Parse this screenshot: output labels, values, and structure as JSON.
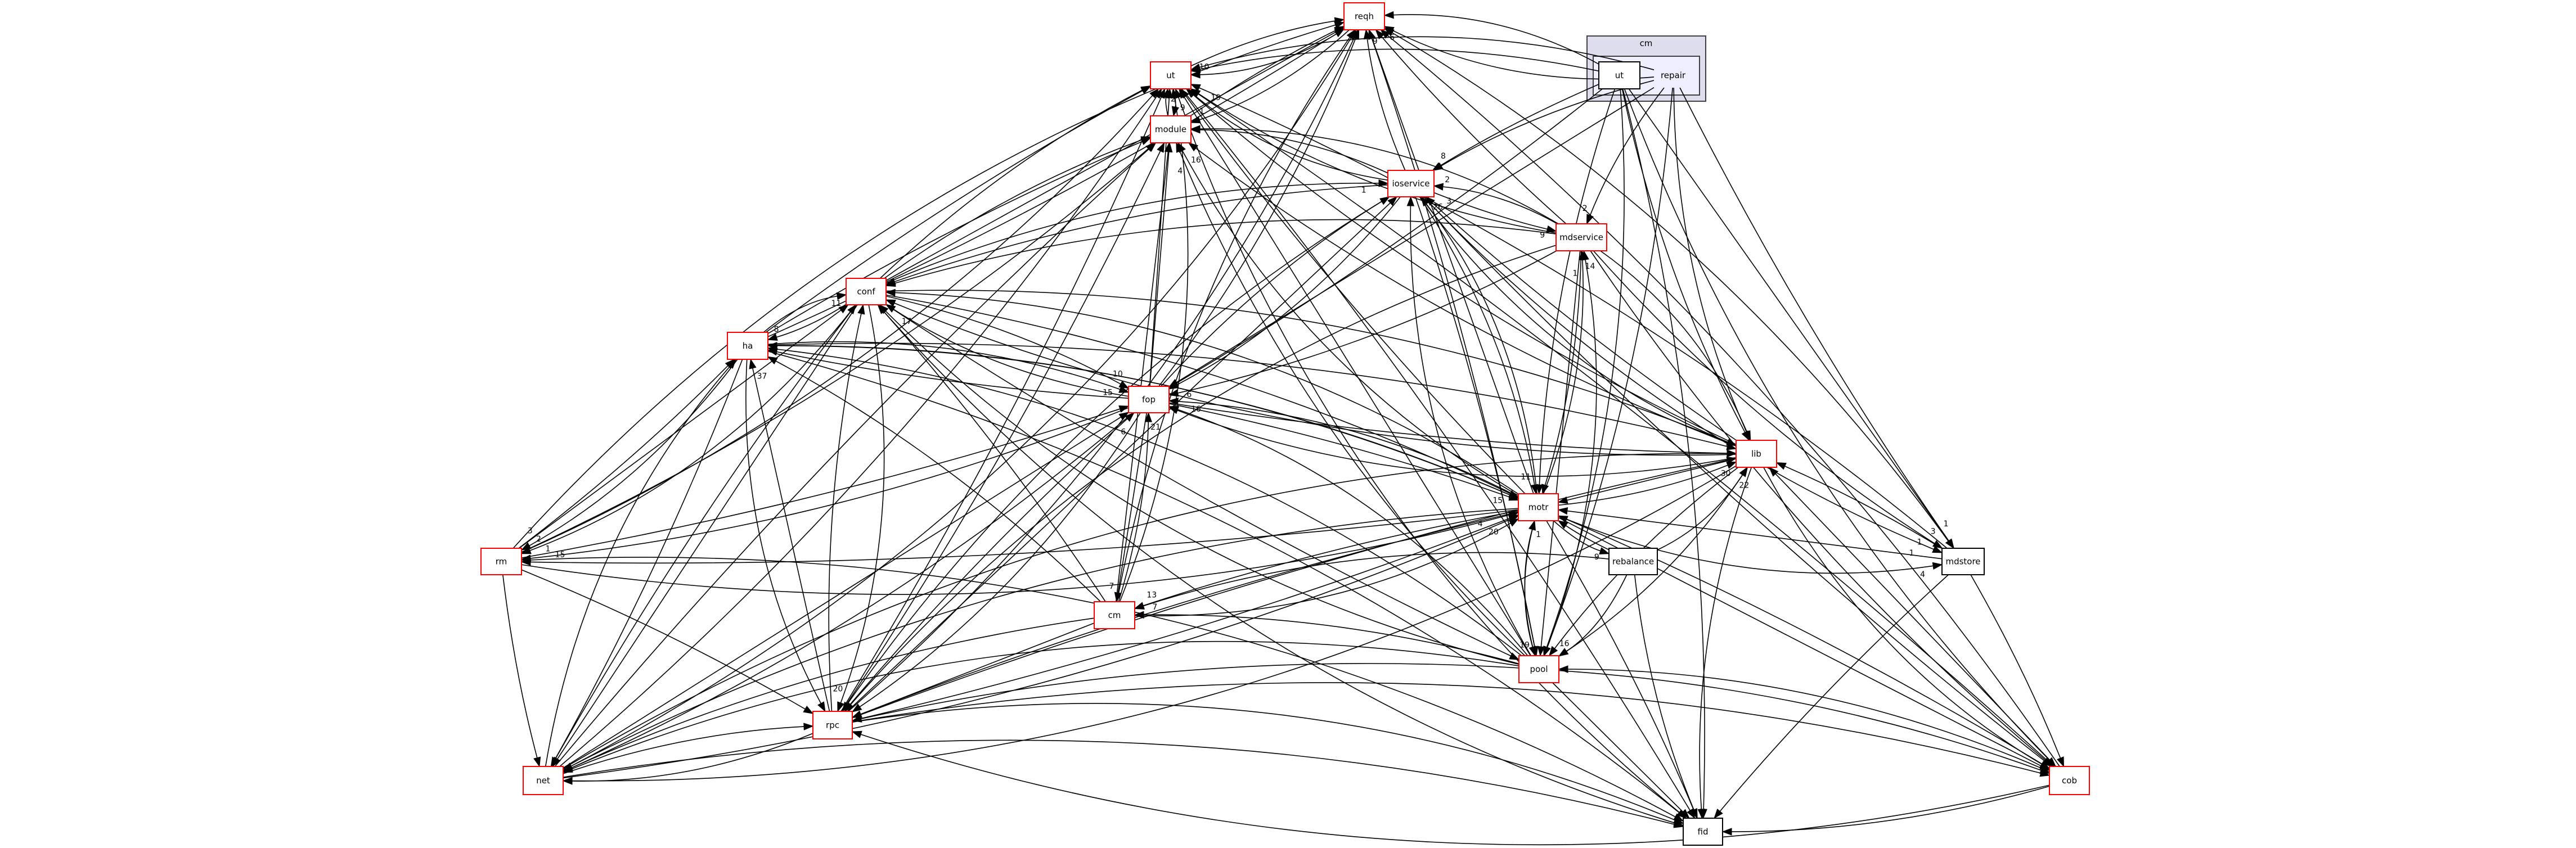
{
  "colors": {
    "node_with_subdirs_border": "#ff0000",
    "node_leaf_border": "#000000",
    "edge": "#000000",
    "cluster_outer_fill": "#ddddee",
    "cluster_inner_fill": "#eeeeff",
    "cluster_border": "#404040"
  },
  "cluster": {
    "label": "cm",
    "inner_label": "repair"
  },
  "nodes": [
    {
      "id": "reqh",
      "label": "reqh",
      "has_subdirs": true
    },
    {
      "id": "ut",
      "label": "ut",
      "has_subdirs": true
    },
    {
      "id": "module",
      "label": "module",
      "has_subdirs": true
    },
    {
      "id": "ioservice",
      "label": "ioservice",
      "has_subdirs": true
    },
    {
      "id": "mdservice",
      "label": "mdservice",
      "has_subdirs": true
    },
    {
      "id": "conf",
      "label": "conf",
      "has_subdirs": true
    },
    {
      "id": "ha",
      "label": "ha",
      "has_subdirs": true
    },
    {
      "id": "fop",
      "label": "fop",
      "has_subdirs": true
    },
    {
      "id": "lib",
      "label": "lib",
      "has_subdirs": true
    },
    {
      "id": "motr",
      "label": "motr",
      "has_subdirs": true
    },
    {
      "id": "rebalance",
      "label": "rebalance",
      "has_subdirs": false
    },
    {
      "id": "mdstore",
      "label": "mdstore",
      "has_subdirs": false
    },
    {
      "id": "rm",
      "label": "rm",
      "has_subdirs": true
    },
    {
      "id": "cm",
      "label": "cm",
      "has_subdirs": true
    },
    {
      "id": "pool",
      "label": "pool",
      "has_subdirs": true
    },
    {
      "id": "rpc",
      "label": "rpc",
      "has_subdirs": true
    },
    {
      "id": "net",
      "label": "net",
      "has_subdirs": true
    },
    {
      "id": "cob",
      "label": "cob",
      "has_subdirs": true
    },
    {
      "id": "fid",
      "label": "fid",
      "has_subdirs": false
    },
    {
      "id": "cm_ut",
      "label": "ut",
      "has_subdirs": false
    }
  ],
  "edges": [
    [
      "reqh",
      "ut",
      "10"
    ],
    [
      "reqh",
      "module",
      "1"
    ],
    [
      "ut",
      "reqh",
      ""
    ],
    [
      "module",
      "reqh",
      ""
    ],
    [
      "conf",
      "reqh",
      ""
    ],
    [
      "ha",
      "reqh",
      ""
    ],
    [
      "fop",
      "reqh",
      ""
    ],
    [
      "rpc",
      "reqh",
      ""
    ],
    [
      "net",
      "reqh",
      ""
    ],
    [
      "rm",
      "reqh",
      ""
    ],
    [
      "cm",
      "reqh",
      ""
    ],
    [
      "ioservice",
      "reqh",
      "9"
    ],
    [
      "mdservice",
      "reqh",
      "6"
    ],
    [
      "motr",
      "reqh",
      ""
    ],
    [
      "pool",
      "reqh",
      ""
    ],
    [
      "cob",
      "reqh",
      ""
    ],
    [
      "mdstore",
      "reqh",
      ""
    ],
    [
      "cm_ut",
      "reqh",
      ""
    ],
    [
      "cm_repair",
      "reqh",
      ""
    ],
    [
      "module",
      "ut",
      "2"
    ],
    [
      "conf",
      "ut",
      ""
    ],
    [
      "ha",
      "ut",
      ""
    ],
    [
      "fop",
      "ut",
      ""
    ],
    [
      "rpc",
      "ut",
      ""
    ],
    [
      "net",
      "ut",
      ""
    ],
    [
      "rm",
      "ut",
      ""
    ],
    [
      "cm",
      "ut",
      ""
    ],
    [
      "ioservice",
      "ut",
      ""
    ],
    [
      "mdservice",
      "ut",
      ""
    ],
    [
      "lib",
      "ut",
      "19"
    ],
    [
      "motr",
      "ut",
      ""
    ],
    [
      "pool",
      "ut",
      ""
    ],
    [
      "cob",
      "ut",
      ""
    ],
    [
      "mdstore",
      "ut",
      ""
    ],
    [
      "cm_ut",
      "ut",
      ""
    ],
    [
      "cm_repair",
      "ut",
      ""
    ],
    [
      "fid",
      "ut",
      ""
    ],
    [
      "ut",
      "module",
      "9"
    ],
    [
      "conf",
      "module",
      ""
    ],
    [
      "ha",
      "module",
      ""
    ],
    [
      "fop",
      "module",
      ""
    ],
    [
      "rpc",
      "module",
      ""
    ],
    [
      "rm",
      "module",
      ""
    ],
    [
      "ioservice",
      "module",
      ""
    ],
    [
      "mdservice",
      "module",
      ""
    ],
    [
      "motr",
      "module",
      "16"
    ],
    [
      "pool",
      "module",
      "4"
    ],
    [
      "lib",
      "module",
      ""
    ],
    [
      "net",
      "module",
      ""
    ],
    [
      "cm",
      "module",
      ""
    ],
    [
      "cm_ut",
      "ioservice",
      ""
    ],
    [
      "cm_repair",
      "ioservice",
      "8"
    ],
    [
      "mdservice",
      "ioservice",
      "2"
    ],
    [
      "motr",
      "ioservice",
      "26"
    ],
    [
      "pool",
      "ioservice",
      ""
    ],
    [
      "conf",
      "ioservice",
      "1"
    ],
    [
      "fop",
      "ioservice",
      ""
    ],
    [
      "lib",
      "ioservice",
      "3"
    ],
    [
      "rpc",
      "ioservice",
      ""
    ],
    [
      "ioservice",
      "mdservice",
      "9"
    ],
    [
      "cm_repair",
      "mdservice",
      "2"
    ],
    [
      "motr",
      "mdservice",
      "14"
    ],
    [
      "pool",
      "mdservice",
      "1"
    ],
    [
      "ha",
      "conf",
      "11"
    ],
    [
      "fop",
      "conf",
      ""
    ],
    [
      "rpc",
      "conf",
      ""
    ],
    [
      "net",
      "conf",
      ""
    ],
    [
      "rm",
      "conf",
      ""
    ],
    [
      "cm",
      "conf",
      ""
    ],
    [
      "ioservice",
      "conf",
      ""
    ],
    [
      "mdservice",
      "conf",
      ""
    ],
    [
      "motr",
      "conf",
      ""
    ],
    [
      "pool",
      "conf",
      "17"
    ],
    [
      "lib",
      "conf",
      ""
    ],
    [
      "conf",
      "ha",
      "8"
    ],
    [
      "fop",
      "ha",
      ""
    ],
    [
      "rpc",
      "ha",
      "37"
    ],
    [
      "rm",
      "ha",
      ""
    ],
    [
      "cm",
      "ha",
      ""
    ],
    [
      "motr",
      "ha",
      ""
    ],
    [
      "pool",
      "ha",
      ""
    ],
    [
      "net",
      "ha",
      ""
    ],
    [
      "ha",
      "fop",
      "15"
    ],
    [
      "conf",
      "fop",
      "10"
    ],
    [
      "rpc",
      "fop",
      "6"
    ],
    [
      "net",
      "fop",
      ""
    ],
    [
      "rm",
      "fop",
      ""
    ],
    [
      "cm",
      "fop",
      "21"
    ],
    [
      "motr",
      "fop",
      "6"
    ],
    [
      "pool",
      "fop",
      ""
    ],
    [
      "lib",
      "fop",
      "16"
    ],
    [
      "ioservice",
      "fop",
      ""
    ],
    [
      "mdservice",
      "fop",
      ""
    ],
    [
      "cm_ut",
      "fop",
      ""
    ],
    [
      "cm_repair",
      "fop",
      ""
    ],
    [
      "fop",
      "lib",
      ""
    ],
    [
      "motr",
      "lib",
      "30"
    ],
    [
      "pool",
      "lib",
      "22"
    ],
    [
      "ioservice",
      "lib",
      ""
    ],
    [
      "mdservice",
      "lib",
      ""
    ],
    [
      "conf",
      "lib",
      ""
    ],
    [
      "ha",
      "lib",
      ""
    ],
    [
      "rpc",
      "lib",
      ""
    ],
    [
      "cob",
      "lib",
      ""
    ],
    [
      "mdstore",
      "lib",
      ""
    ],
    [
      "cm_ut",
      "lib",
      ""
    ],
    [
      "cm_repair",
      "lib",
      ""
    ],
    [
      "rebalance",
      "lib",
      ""
    ],
    [
      "net",
      "lib",
      ""
    ],
    [
      "ha",
      "motr",
      ""
    ],
    [
      "conf",
      "motr",
      ""
    ],
    [
      "fop",
      "motr",
      "15"
    ],
    [
      "lib",
      "motr",
      ""
    ],
    [
      "rpc",
      "motr",
      "20"
    ],
    [
      "net",
      "motr",
      "4"
    ],
    [
      "rm",
      "motr",
      ""
    ],
    [
      "cm",
      "motr",
      ""
    ],
    [
      "pool",
      "motr",
      "1"
    ],
    [
      "ioservice",
      "motr",
      "11"
    ],
    [
      "mdservice",
      "motr",
      ""
    ],
    [
      "rebalance",
      "motr",
      ""
    ],
    [
      "mdstore",
      "motr",
      ""
    ],
    [
      "cob",
      "motr",
      ""
    ],
    [
      "cm_ut",
      "motr",
      ""
    ],
    [
      "motr",
      "rebalance",
      "9"
    ],
    [
      "motr",
      "mdstore",
      "4"
    ],
    [
      "conf",
      "rm",
      "2"
    ],
    [
      "ha",
      "rm",
      "3"
    ],
    [
      "fop",
      "rm",
      "1"
    ],
    [
      "motr",
      "rm",
      "15"
    ],
    [
      "fop",
      "cm",
      "7"
    ],
    [
      "motr",
      "cm",
      "13"
    ],
    [
      "pool",
      "cm",
      "7"
    ],
    [
      "rebalance",
      "cm",
      ""
    ],
    [
      "motr",
      "pool",
      "19"
    ],
    [
      "rebalance",
      "pool",
      "16"
    ],
    [
      "cm_ut",
      "pool",
      ""
    ],
    [
      "cm_repair",
      "pool",
      ""
    ],
    [
      "ioservice",
      "pool",
      ""
    ],
    [
      "mdservice",
      "pool",
      ""
    ],
    [
      "conf",
      "pool",
      ""
    ],
    [
      "lib",
      "pool",
      ""
    ],
    [
      "cob",
      "pool",
      ""
    ],
    [
      "ha",
      "rpc",
      ""
    ],
    [
      "conf",
      "rpc",
      "20"
    ],
    [
      "fop",
      "rpc",
      ""
    ],
    [
      "net",
      "rpc",
      ""
    ],
    [
      "rm",
      "rpc",
      ""
    ],
    [
      "cm",
      "rpc",
      ""
    ],
    [
      "motr",
      "rpc",
      ""
    ],
    [
      "pool",
      "rpc",
      ""
    ],
    [
      "ioservice",
      "rpc",
      ""
    ],
    [
      "mdservice",
      "rpc",
      ""
    ],
    [
      "cob",
      "rpc",
      ""
    ],
    [
      "rpc",
      "net",
      ""
    ],
    [
      "fop",
      "net",
      ""
    ],
    [
      "ha",
      "net",
      ""
    ],
    [
      "conf",
      "net",
      ""
    ],
    [
      "rm",
      "net",
      ""
    ],
    [
      "cm",
      "net",
      ""
    ],
    [
      "motr",
      "net",
      ""
    ],
    [
      "pool",
      "net",
      ""
    ],
    [
      "lib",
      "net",
      ""
    ],
    [
      "rpc",
      "cob",
      ""
    ],
    [
      "pool",
      "cob",
      ""
    ],
    [
      "mdstore",
      "cob",
      ""
    ],
    [
      "motr",
      "cob",
      ""
    ],
    [
      "ioservice",
      "cob",
      ""
    ],
    [
      "mdservice",
      "cob",
      ""
    ],
    [
      "cm_ut",
      "cob",
      ""
    ],
    [
      "lib",
      "cob",
      ""
    ],
    [
      "rpc",
      "fid",
      ""
    ],
    [
      "net",
      "fid",
      ""
    ],
    [
      "cob",
      "fid",
      ""
    ],
    [
      "motr",
      "fid",
      ""
    ],
    [
      "pool",
      "fid",
      ""
    ],
    [
      "mdstore",
      "fid",
      ""
    ],
    [
      "rebalance",
      "fid",
      ""
    ],
    [
      "lib",
      "fid",
      ""
    ],
    [
      "conf",
      "fid",
      ""
    ],
    [
      "rm",
      "fid",
      ""
    ],
    [
      "ha",
      "fid",
      ""
    ],
    [
      "cm_ut",
      "fid",
      ""
    ],
    [
      "ut",
      "fid",
      ""
    ],
    [
      "cm_ut",
      "mdstore",
      "3"
    ],
    [
      "cm_repair",
      "mdstore",
      "1"
    ],
    [
      "mdservice",
      "mdstore",
      "1"
    ],
    [
      "ioservice",
      "mdstore",
      "1"
    ]
  ]
}
